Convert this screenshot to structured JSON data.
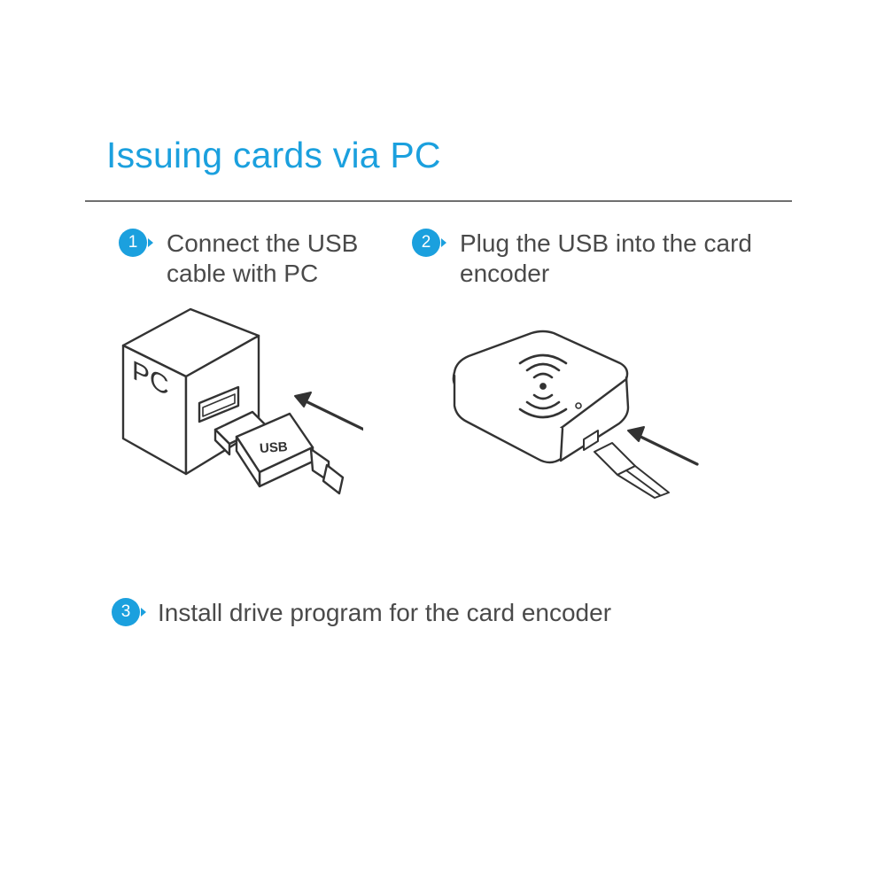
{
  "title": "Issuing cards via PC",
  "accent_color": "#1ba0de",
  "text_color": "#4a4a4a",
  "steps": [
    {
      "number": "1",
      "text": "Connect the USB\ncable with PC"
    },
    {
      "number": "2",
      "text": "Plug the USB into the card\nencoder"
    },
    {
      "number": "3",
      "text": "Install drive program for the card encoder"
    }
  ],
  "illustrations": {
    "pc_label": "PC",
    "usb_label": "USB"
  }
}
